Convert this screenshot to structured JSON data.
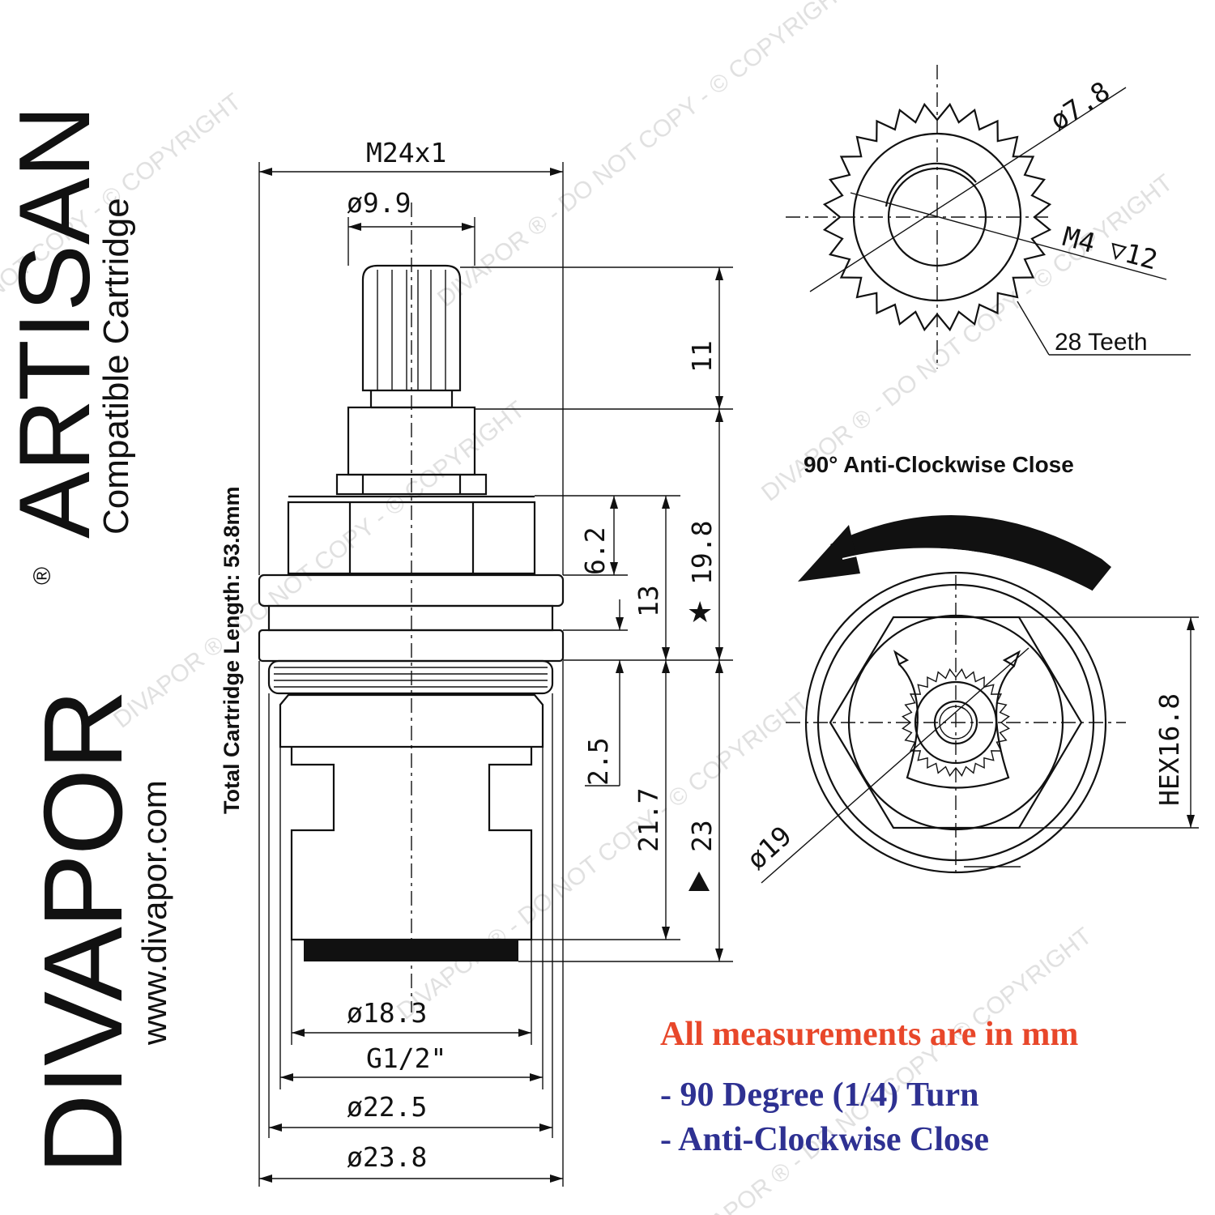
{
  "brand": {
    "name": "DIVAPOR",
    "registered": "®",
    "product": "ARTISAN",
    "subtitle": "Compatible Cartridge",
    "website": "www.divapor.com",
    "watermark": "DIVAPOR ® - DO NOT COPY - © COPYRIGHT"
  },
  "side_view": {
    "total_length": "Total Cartridge Length: 53.8mm",
    "dim_thread": "M24x1",
    "dim_spline": "ø9.9",
    "dim_spline_len": "11",
    "dim_hex_h": "6.2",
    "dim_13": "13",
    "dim_198": "19.8",
    "dim_25": "2.5",
    "dim_217": "21.7",
    "dim_23": "23",
    "dim_183": "ø18.3",
    "dim_g12": "G1/2\"",
    "dim_225": "ø22.5",
    "dim_238": "ø23.8"
  },
  "top_view": {
    "dim_78": "ø7.8",
    "dim_m4": "M4 ▽12",
    "teeth": "28 Teeth"
  },
  "end_view": {
    "rotation_label": "90° Anti-Clockwise Close",
    "dim_hex": "HEX16.8",
    "dim_19": "ø19"
  },
  "notes": {
    "heading": "All measurements are in mm",
    "line1": "- 90 Degree (1/4) Turn",
    "line2": "- Anti-Clockwise Close",
    "heading_color": "#e8472a",
    "line_color": "#2e3192"
  }
}
